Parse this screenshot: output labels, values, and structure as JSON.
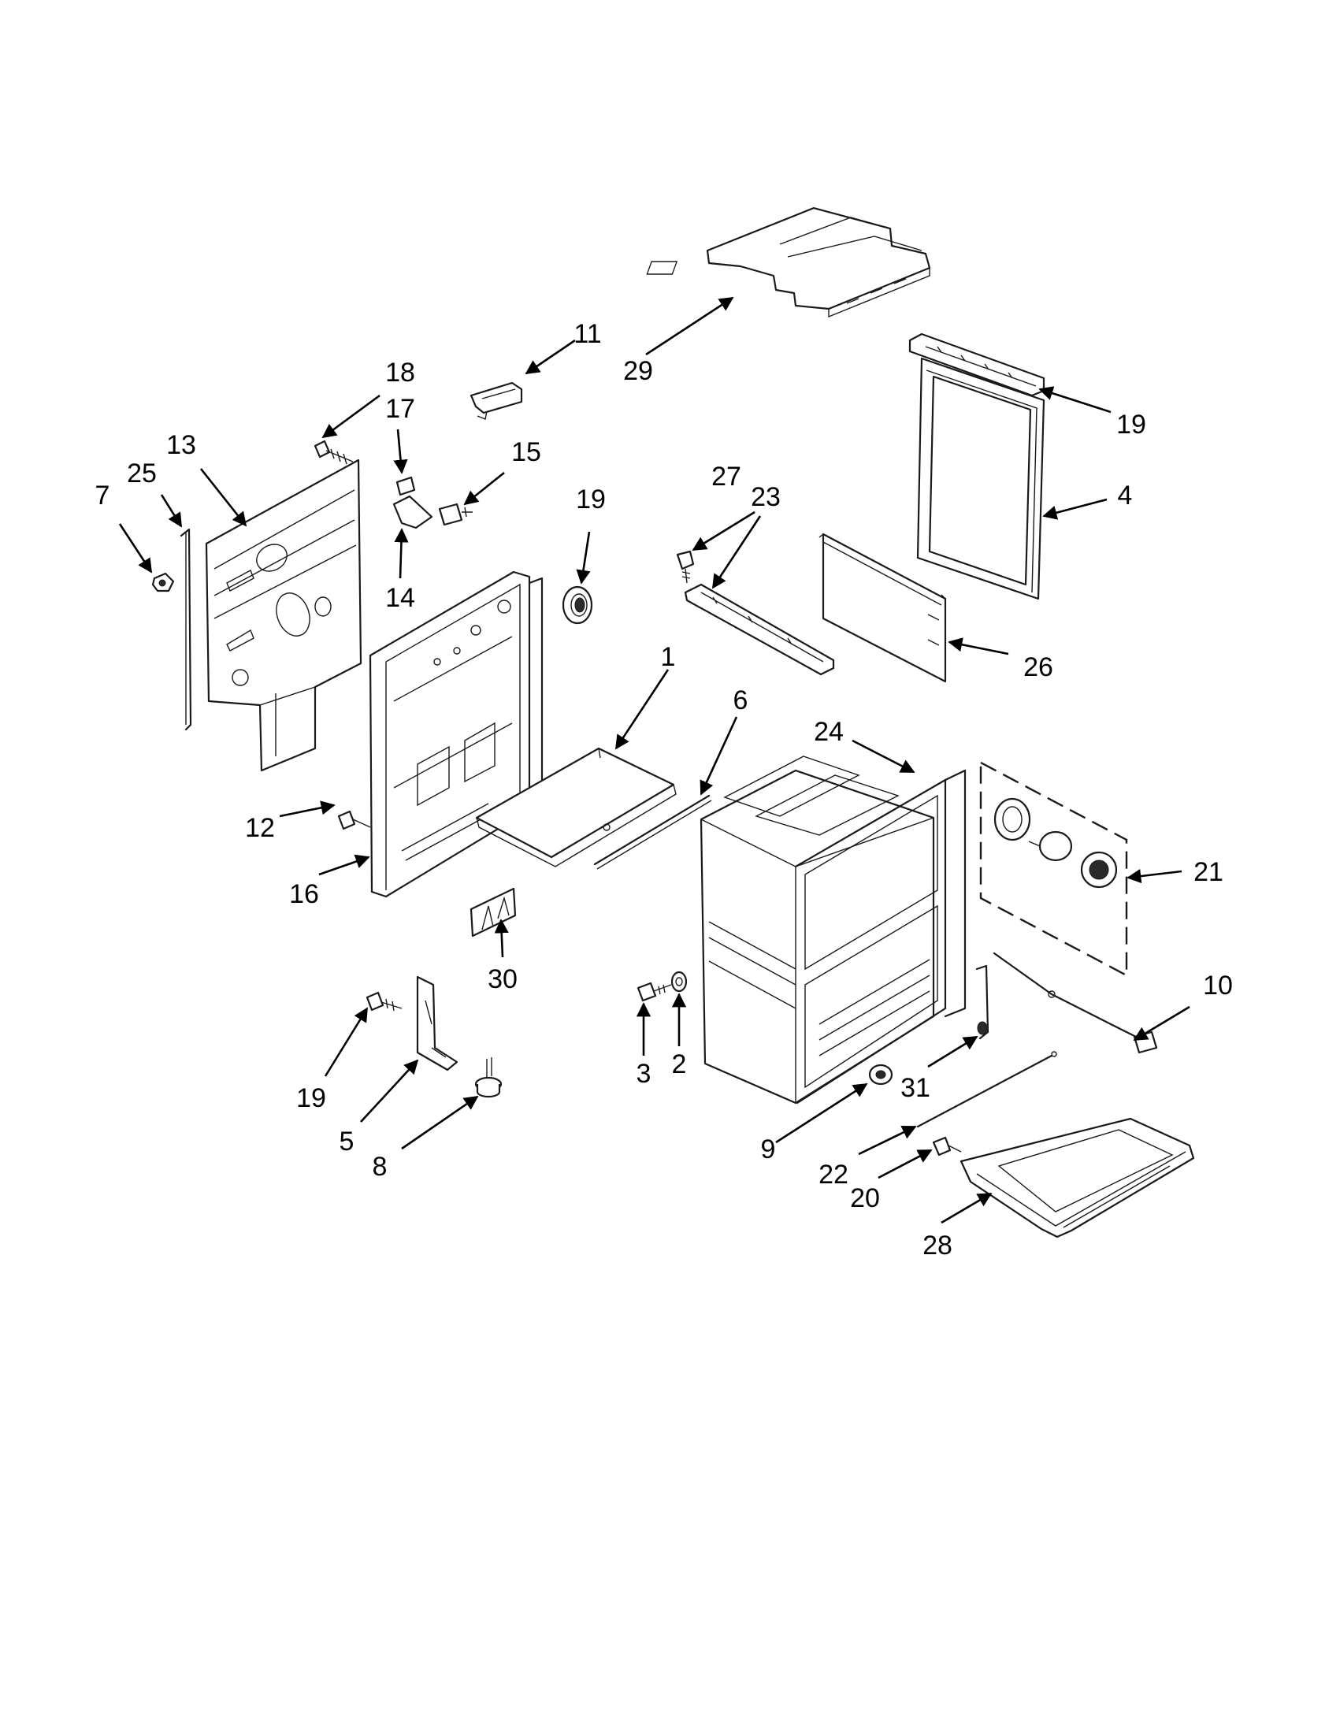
{
  "callouts": [
    {
      "label": "1"
    },
    {
      "label": "2"
    },
    {
      "label": "3"
    },
    {
      "label": "4"
    },
    {
      "label": "5"
    },
    {
      "label": "6"
    },
    {
      "label": "7"
    },
    {
      "label": "8"
    },
    {
      "label": "9"
    },
    {
      "label": "10"
    },
    {
      "label": "11"
    },
    {
      "label": "12"
    },
    {
      "label": "13"
    },
    {
      "label": "14"
    },
    {
      "label": "15"
    },
    {
      "label": "16"
    },
    {
      "label": "17"
    },
    {
      "label": "18"
    },
    {
      "label": "19"
    },
    {
      "label": "19"
    },
    {
      "label": "19"
    },
    {
      "label": "20"
    },
    {
      "label": "21"
    },
    {
      "label": "22"
    },
    {
      "label": "23"
    },
    {
      "label": "24"
    },
    {
      "label": "25"
    },
    {
      "label": "26"
    },
    {
      "label": "27"
    },
    {
      "label": "28"
    },
    {
      "label": "29"
    },
    {
      "label": "30"
    },
    {
      "label": "31"
    }
  ]
}
